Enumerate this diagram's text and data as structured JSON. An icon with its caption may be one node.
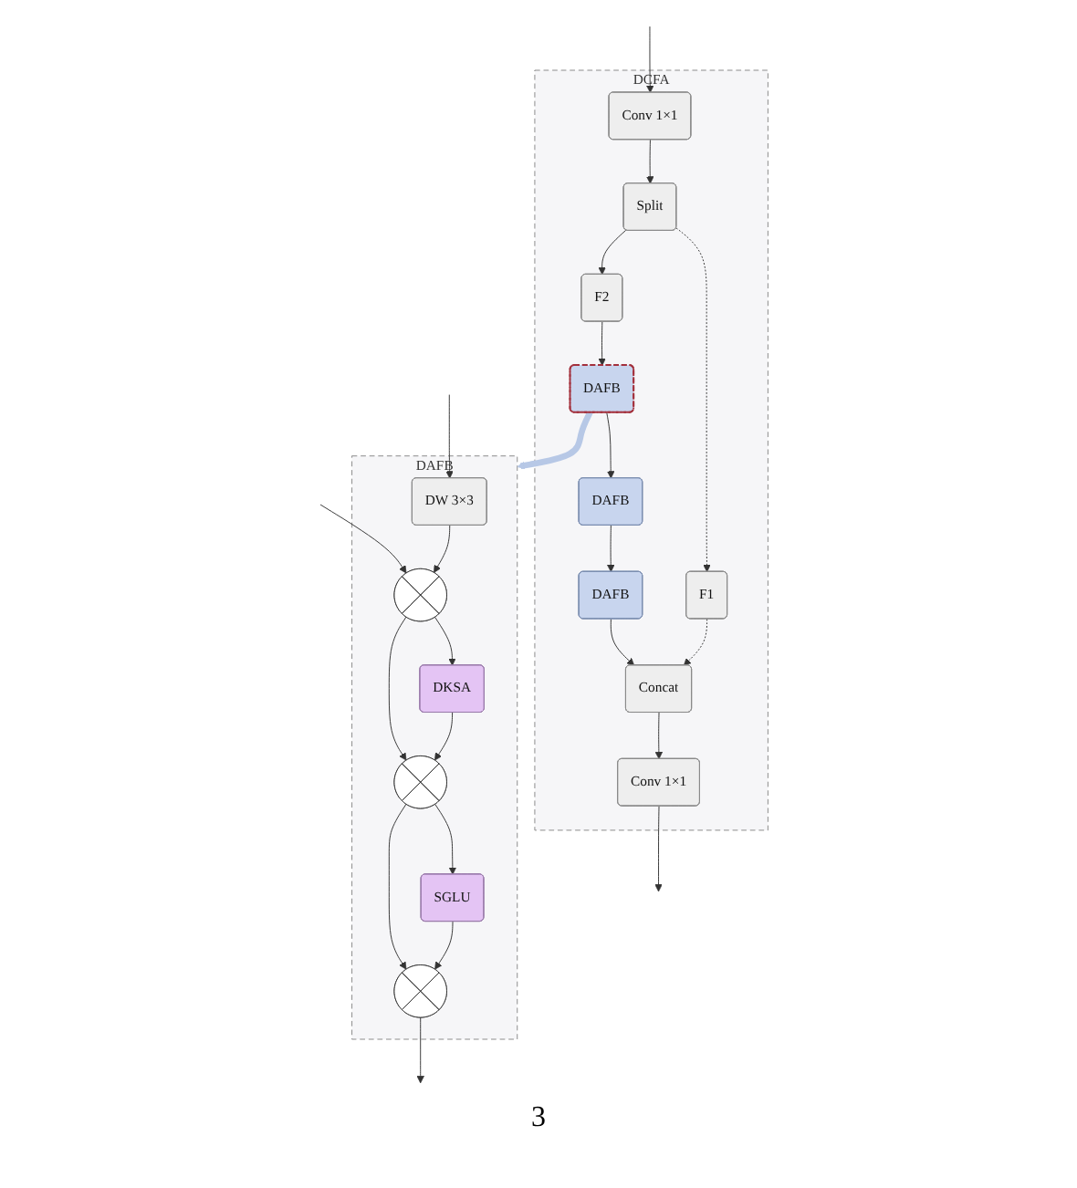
{
  "diagram": {
    "nodes": [
      {
        "text": [
          "DCFA"
        ]
      },
      {
        "text": [
          "Conv 1×1"
        ],
        "in": 0
      },
      {
        "text": [
          "Split"
        ],
        "in": 0
      },
      {
        "text": [
          "F2"
        ],
        "in": 0
      },
      {
        "text": [
          "F1"
        ],
        "in": 0
      },
      {
        "text": [
          "DAFB"
        ],
        "in": 0
      },
      {
        "text": [
          "DAFB"
        ],
        "in": 0
      },
      {
        "text": [
          "DAFB"
        ],
        "in": 0
      },
      {
        "text": [
          "Concat"
        ],
        "in": 0
      },
      {
        "text": [
          "Conv 1×1"
        ],
        "in": 0
      },
      {
        "text": [
          "DAFB"
        ]
      },
      {
        "text": [
          "DW 3×3"
        ],
        "in": 10
      },
      {
        "text": [],
        "shape": "circle",
        "in": 10
      },
      {
        "text": [
          "DKSA"
        ],
        "in": 10
      },
      {
        "text": [],
        "shape": "circle",
        "in": 10
      },
      {
        "text": [
          "SGLU"
        ],
        "in": 10
      },
      {
        "text": [],
        "shape": "circle",
        "in": 10
      }
    ],
    "edges": [
      {
        "from": null,
        "to": 1,
        "arrow": "to"
      },
      {
        "from": 1,
        "to": 2,
        "arrow": "to"
      },
      {
        "from": 2,
        "to": 3,
        "arrow": "to"
      },
      {
        "from": 2,
        "to": 4,
        "arrow": "to",
        "style": "dashed"
      },
      {
        "from": 3,
        "to": 5,
        "arrow": "to"
      },
      {
        "from": 5,
        "to": 6,
        "arrow": "to"
      },
      {
        "from": 6,
        "to": 7,
        "arrow": "to"
      },
      {
        "from": 7,
        "to": 8,
        "arrow": "to"
      },
      {
        "from": 4,
        "to": 8,
        "arrow": "to",
        "style": "dashed"
      },
      {
        "from": 8,
        "to": 9,
        "arrow": "to"
      },
      {
        "from": 9,
        "to": null,
        "arrow": "to"
      },
      {
        "from": 5,
        "to": 10,
        "arrow": "to",
        "style": "thick",
        "color": "#b7c8e6"
      },
      {
        "from": null,
        "to": 11,
        "arrow": "to"
      },
      {
        "from": null,
        "to": 12,
        "arrow": "to"
      },
      {
        "from": 11,
        "to": 12,
        "arrow": "to"
      },
      {
        "from": 12,
        "to": 13,
        "arrow": "to"
      },
      {
        "from": 12,
        "to": 14,
        "arrow": "to"
      },
      {
        "from": 13,
        "to": 14,
        "arrow": "to"
      },
      {
        "from": 14,
        "to": 15,
        "arrow": "to"
      },
      {
        "from": 14,
        "to": 16,
        "arrow": "to"
      },
      {
        "from": 15,
        "to": 16,
        "arrow": "to"
      },
      {
        "from": 16,
        "to": null,
        "arrow": "to"
      }
    ],
    "labels": [
      "3"
    ]
  }
}
